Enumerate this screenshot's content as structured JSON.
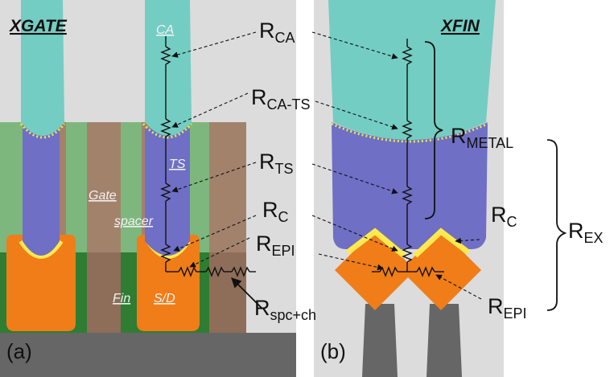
{
  "panels": {
    "a": {
      "title": "XGATE",
      "caption": "(a)",
      "labels": {
        "ca": "CA",
        "ts": "TS",
        "gate": "Gate",
        "spacer": "spacer",
        "fin": "Fin",
        "sd": "S/D"
      }
    },
    "b": {
      "title": "XFIN",
      "caption": "(b)"
    }
  },
  "resistors": [
    {
      "key": "rca",
      "base": "R",
      "sub": "CA"
    },
    {
      "key": "rcats",
      "base": "R",
      "sub": "CA-TS"
    },
    {
      "key": "rts",
      "base": "R",
      "sub": "TS"
    },
    {
      "key": "rc",
      "base": "R",
      "sub": "C"
    },
    {
      "key": "repi",
      "base": "R",
      "sub": "EPI"
    },
    {
      "key": "rspc",
      "base": "R",
      "sub": "spc+ch"
    },
    {
      "key": "rmetal",
      "base": "R",
      "sub": "METAL"
    },
    {
      "key": "rc_b",
      "base": "R",
      "sub": "C"
    },
    {
      "key": "rex",
      "base": "R",
      "sub": "EX"
    },
    {
      "key": "repi_b",
      "base": "R",
      "sub": "EPI"
    }
  ],
  "colors": {
    "contact": "#73cdc3",
    "trench_silicide": "#6f6fc6",
    "gate": "#a3826c",
    "spacer": "#7db77d",
    "fin": "#2e7d32",
    "source_drain": "#f07d18",
    "liner": "#ffe94f",
    "substrate": "#666666",
    "background": "#dcdcdc"
  }
}
